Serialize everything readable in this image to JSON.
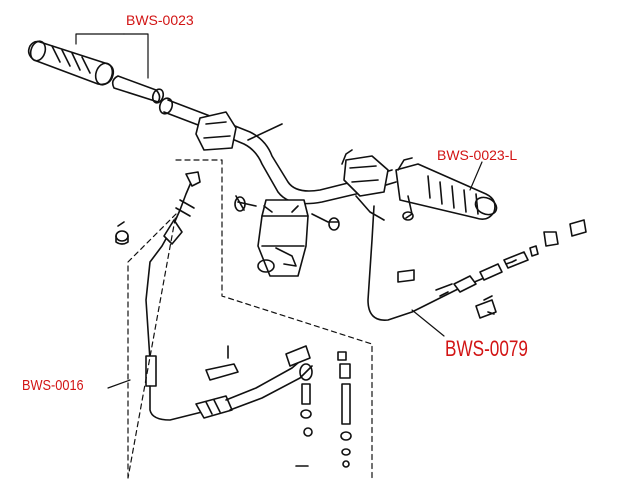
{
  "labels": {
    "grips": "BWS-0023",
    "left_grip": "BWS-0023-L",
    "throttle_cable": "BWS-0079",
    "brake_cable": "BWS-0016"
  },
  "colors": {
    "label_red": "#d21414",
    "line_black": "#111111"
  }
}
